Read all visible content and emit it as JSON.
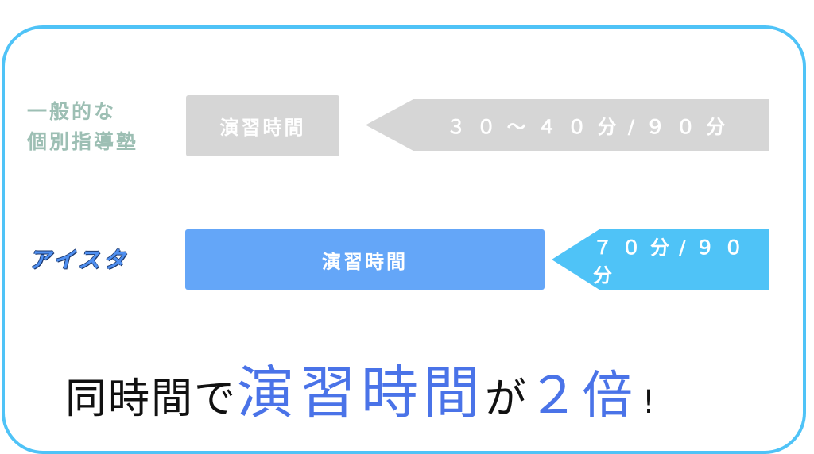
{
  "colors": {
    "frame": "#4fc3f7",
    "general_label": "#9dbfb4",
    "general_box": "#d6d6d6",
    "aista_label": "#4f8ff0",
    "aista_box": "#64a6f8",
    "aista_arrow": "#4fc3f7",
    "headline_black": "#111111",
    "headline_blue": "#4a73e8"
  },
  "rows": {
    "general": {
      "label_line1": "一般的な",
      "label_line2": "個別指導塾",
      "box_label": "演習時間",
      "arrow_label": "３０〜４０分/９０分"
    },
    "aista": {
      "label": "アイスタ",
      "box_label": "演習時間",
      "arrow_label": "７０分/９０分"
    }
  },
  "headline": {
    "part1": "同時間で",
    "part2": "演習時間",
    "part3": "が",
    "part4": "２倍",
    "part5": "!"
  }
}
